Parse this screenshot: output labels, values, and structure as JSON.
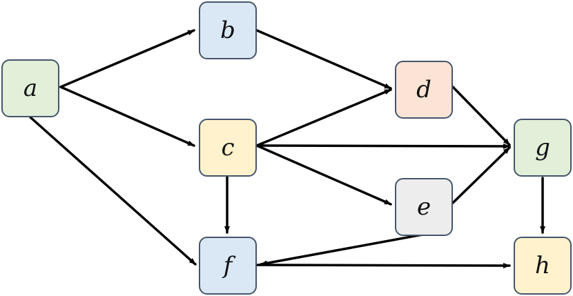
{
  "nodes": [
    {
      "id": "a",
      "label": "a",
      "color": "#e2efd9"
    },
    {
      "id": "b",
      "label": "b",
      "color": "#dae8f6"
    },
    {
      "id": "c",
      "label": "c",
      "color": "#fff2cc"
    },
    {
      "id": "d",
      "label": "d",
      "color": "#fbe4d5"
    },
    {
      "id": "e",
      "label": "e",
      "color": "#ededed"
    },
    {
      "id": "f",
      "label": "f",
      "color": "#dae8f6"
    },
    {
      "id": "g",
      "label": "g",
      "color": "#e2efd9"
    },
    {
      "id": "h",
      "label": "h",
      "color": "#fff2cc"
    }
  ],
  "edges": [
    {
      "from": "a",
      "to": "b"
    },
    {
      "from": "a",
      "to": "c"
    },
    {
      "from": "a",
      "to": "f"
    },
    {
      "from": "b",
      "to": "d"
    },
    {
      "from": "c",
      "to": "d"
    },
    {
      "from": "c",
      "to": "g"
    },
    {
      "from": "c",
      "to": "e"
    },
    {
      "from": "c",
      "to": "f"
    },
    {
      "from": "d",
      "to": "g"
    },
    {
      "from": "e",
      "to": "g"
    },
    {
      "from": "e",
      "to": "f"
    },
    {
      "from": "f",
      "to": "h"
    },
    {
      "from": "g",
      "to": "h"
    }
  ],
  "edge_color": "#000000",
  "border_color": "#44546a"
}
